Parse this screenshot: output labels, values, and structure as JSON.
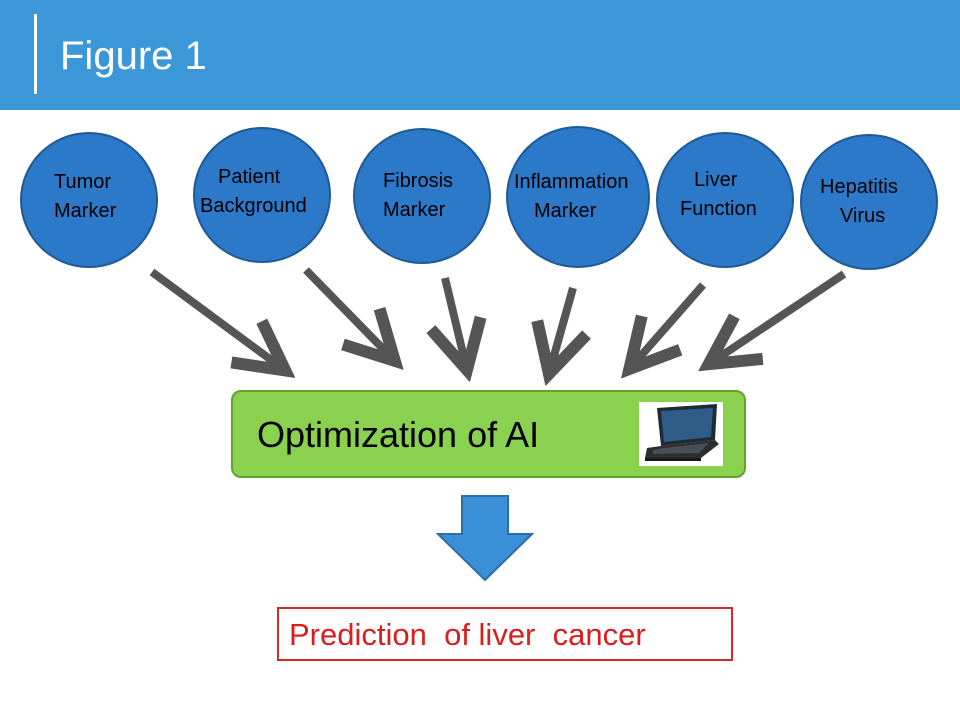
{
  "header": {
    "title": "Figure 1"
  },
  "inputs": [
    {
      "line1": "Tumor",
      "line2": "Marker"
    },
    {
      "line1": "Patient",
      "line2": "Background"
    },
    {
      "line1": "Fibrosis",
      "line2": "Marker"
    },
    {
      "line1": "Inflammation",
      "line2": "Marker"
    },
    {
      "line1": "Liver",
      "line2": "Function"
    },
    {
      "line1": "Hepatitis",
      "line2": "Virus"
    }
  ],
  "process": {
    "label": "Optimization of AI",
    "icon": "laptop-icon"
  },
  "output": {
    "label": "Prediction  of liver  cancer"
  },
  "colors": {
    "header": "#3b97d8",
    "node_fill": "#2c79c9",
    "node_border": "#1f5a96",
    "arrow": "#555555",
    "process_fill": "#8ad150",
    "process_border": "#5ea52a",
    "down_arrow": "#3b8fd6",
    "output_text": "#d81e1e",
    "output_border": "#d42a2a"
  }
}
